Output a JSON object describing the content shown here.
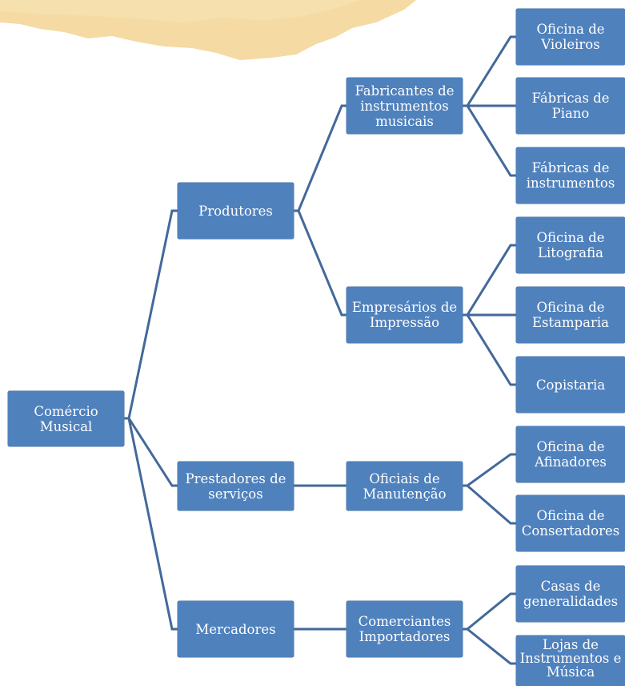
{
  "colors": {
    "node_fill": "#4f81bd",
    "connector": "#43699a",
    "paper": "#f5d99a"
  },
  "diagram": {
    "root": "Comércio\nMusical",
    "level1": {
      "produtores": "Produtores",
      "prestadores": "Prestadores de\nserviços",
      "mercadores": "Mercadores"
    },
    "level2": {
      "fabricantes": "Fabricantes de\ninstrumentos\nmusicais",
      "empresarios": "Empresários de\nImpressão",
      "oficiais": "Oficiais de\nManutenção",
      "comerciantes": "Comerciantes\nImportadores"
    },
    "level3": {
      "violeiros": "Oficina de\nVioleiros",
      "piano": "Fábricas de\nPiano",
      "instrumentos": "Fábricas de\ninstrumentos",
      "litografia": "Oficina de\nLitografia",
      "estamparia": "Oficina de\nEstamparia",
      "copistaria": "Copistaria",
      "afinadores": "Oficina de\nAfinadores",
      "consertadores": "Oficina de\nConsertadores",
      "generalidades": "Casas de\ngeneralidades",
      "lojas": "Lojas de\nInstrumentos e\nMúsica"
    }
  }
}
